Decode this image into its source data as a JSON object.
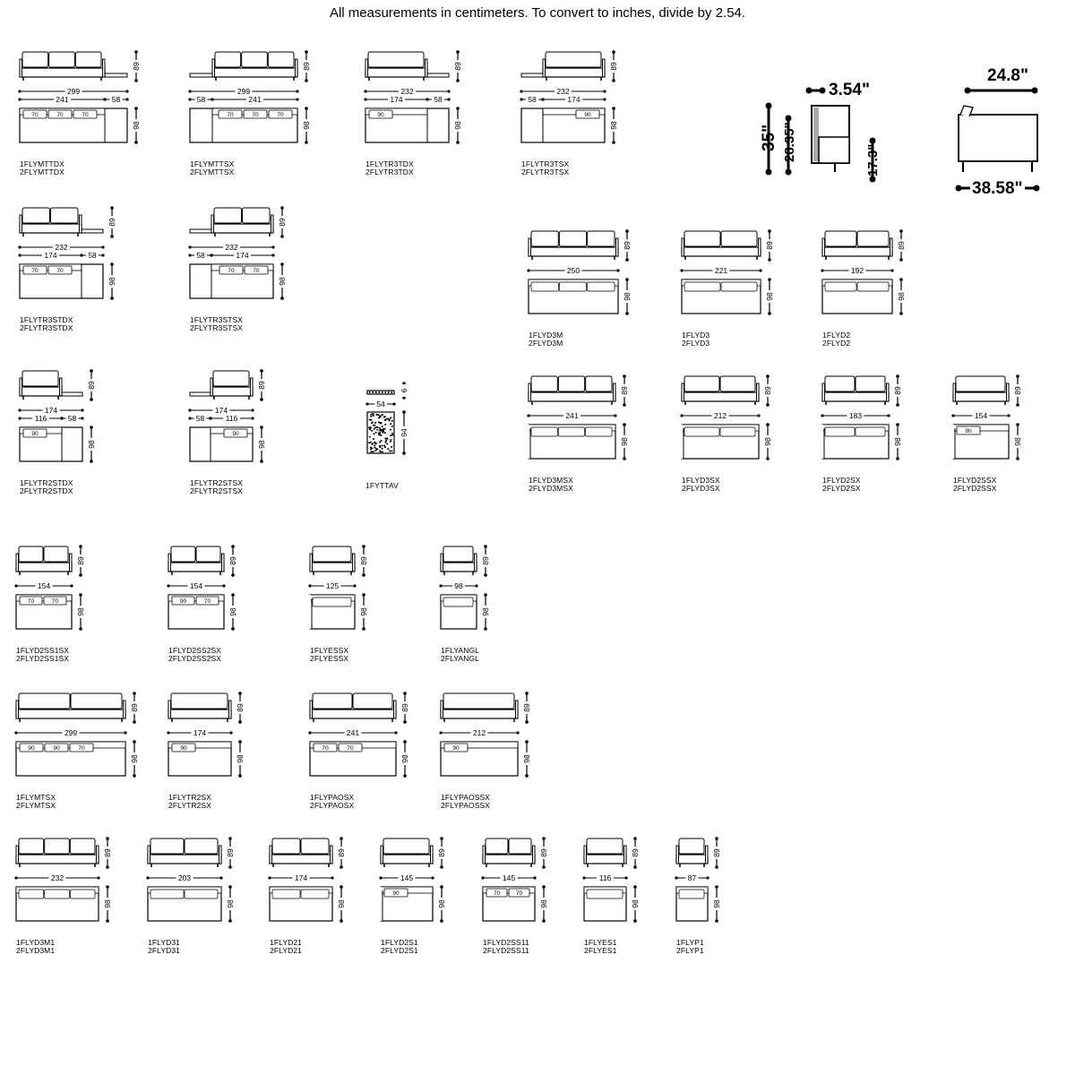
{
  "header": "All measurements in centimeters. To convert to inches, divide by 2.54.",
  "dim_height_back": "89",
  "dim_depth": "98",
  "modules": [
    {
      "id": "m1",
      "codes": [
        "1FLYMTTDX",
        "2FLYMTTDX"
      ],
      "width": "299",
      "sub": [
        "241",
        "58"
      ],
      "cushions": [
        "70",
        "70",
        "70"
      ]
    },
    {
      "id": "m2",
      "codes": [
        "1FLYMTTSX",
        "2FLYMTTSX"
      ],
      "width": "299",
      "sub": [
        "58",
        "241"
      ],
      "cushions": [
        "70",
        "70",
        "70"
      ]
    },
    {
      "id": "m3",
      "codes": [
        "1FLYTR3TDX",
        "2FLYTR3TDX"
      ],
      "width": "232",
      "sub": [
        "174",
        "58"
      ],
      "cushions": [
        "90"
      ]
    },
    {
      "id": "m4",
      "codes": [
        "1FLYTR3TSX",
        "2FLYTR3TSX"
      ],
      "width": "232",
      "sub": [
        "58",
        "174"
      ],
      "cushions": [
        "90"
      ]
    },
    {
      "id": "m5",
      "codes": [
        "1FLYTR3STDX",
        "2FLYTR3STDX"
      ],
      "width": "232",
      "sub": [
        "174",
        "58"
      ],
      "cushions": [
        "70",
        "70"
      ]
    },
    {
      "id": "m6",
      "codes": [
        "1FLYTR3STSX",
        "2FLYTR3STSX"
      ],
      "width": "232",
      "sub": [
        "58",
        "174"
      ],
      "cushions": [
        "70",
        "70"
      ]
    },
    {
      "id": "m7",
      "codes": [
        "1FLYD3M",
        "2FLYD3M"
      ],
      "width": "250",
      "cushions": []
    },
    {
      "id": "m8",
      "codes": [
        "1FLYD3",
        "2FLYD3"
      ],
      "width": "221",
      "cushions": []
    },
    {
      "id": "m9",
      "codes": [
        "1FLYD2",
        "2FLYD2"
      ],
      "width": "192",
      "cushions": []
    },
    {
      "id": "m10",
      "codes": [
        "1FLYTR2STDX",
        "2FLYTR2STDX"
      ],
      "width": "174",
      "sub": [
        "116",
        "58"
      ],
      "cushions": [
        "90"
      ]
    },
    {
      "id": "m11",
      "codes": [
        "1FLYTR2STSX",
        "2FLYTR2STSX"
      ],
      "width": "174",
      "sub": [
        "58",
        "116"
      ],
      "cushions": [
        "90"
      ]
    },
    {
      "id": "m12",
      "codes": [
        "1FYTTAV"
      ],
      "width": "54",
      "height": "6",
      "depth": "94",
      "cushions": []
    },
    {
      "id": "m13",
      "codes": [
        "1FLYD3MSX",
        "2FLYD3MSX"
      ],
      "width": "241",
      "cushions": []
    },
    {
      "id": "m14",
      "codes": [
        "1FLYD3SX",
        "2FLYD3SX"
      ],
      "width": "212",
      "cushions": []
    },
    {
      "id": "m15",
      "codes": [
        "1FLYD2SX",
        "2FLYD2SX"
      ],
      "width": "183",
      "cushions": []
    },
    {
      "id": "m16",
      "codes": [
        "1FLYD2SSX",
        "2FLYD2SSX"
      ],
      "width": "154",
      "cushions": [
        "90"
      ]
    },
    {
      "id": "m17",
      "codes": [
        "1FLYD2SS1SX",
        "2FLYD2SS1SX"
      ],
      "width": "154",
      "cushions": [
        "70",
        "70"
      ]
    },
    {
      "id": "m18",
      "codes": [
        "1FLYD2SS2SX",
        "2FLYD2SS2SX"
      ],
      "width": "154",
      "cushions": [
        "90",
        "70"
      ]
    },
    {
      "id": "m19",
      "codes": [
        "1FLYESSX",
        "2FLYESSX"
      ],
      "width": "125",
      "cushions": []
    },
    {
      "id": "m20",
      "codes": [
        "1FLYANGL",
        "2FLYANGL"
      ],
      "width": "98",
      "cushions": []
    },
    {
      "id": "m21",
      "codes": [
        "1FLYMTSX",
        "2FLYMTSX"
      ],
      "width": "299",
      "cushions": [
        "90",
        "90",
        "70"
      ]
    },
    {
      "id": "m22",
      "codes": [
        "1FLYTR2SX",
        "2FLYTR2SX"
      ],
      "width": "174",
      "cushions": [
        "90"
      ]
    },
    {
      "id": "m23",
      "codes": [
        "1FLYPAOSX",
        "2FLYPAOSX"
      ],
      "width": "241",
      "cushions": [
        "70",
        "70"
      ]
    },
    {
      "id": "m24",
      "codes": [
        "1FLYPAOSSX",
        "2FLYPAOSSX"
      ],
      "width": "212",
      "cushions": [
        "90"
      ]
    },
    {
      "id": "m25",
      "codes": [
        "1FLYD3M1",
        "2FLYD3M1"
      ],
      "width": "232",
      "cushions": []
    },
    {
      "id": "m26",
      "codes": [
        "1FLYD31",
        "2FLYD31"
      ],
      "width": "203",
      "cushions": []
    },
    {
      "id": "m27",
      "codes": [
        "1FLYD21",
        "2FLYD21"
      ],
      "width": "174",
      "cushions": []
    },
    {
      "id": "m28",
      "codes": [
        "1FLYD2S1",
        "2FLYD2S1"
      ],
      "width": "145",
      "cushions": [
        "90"
      ]
    },
    {
      "id": "m29",
      "codes": [
        "1FLYD2SS11",
        "2FLYD2SS11"
      ],
      "width": "145",
      "cushions": [
        "70",
        "70"
      ]
    },
    {
      "id": "m30",
      "codes": [
        "1FLYES1",
        "2FLYES1"
      ],
      "width": "116",
      "cushions": []
    },
    {
      "id": "m31",
      "codes": [
        "1FLYP1",
        "2FLYP1"
      ],
      "width": "87",
      "cushions": []
    }
  ],
  "imperial_side": {
    "arm": "3.54\"",
    "height": "35\"",
    "seat": "28.35\"",
    "leg": "17.3\""
  },
  "imperial_front": {
    "top": "24.8\"",
    "depth": "38.58\""
  },
  "colors": {
    "line": "#000000",
    "seat_shade": "#d8d8d8"
  }
}
